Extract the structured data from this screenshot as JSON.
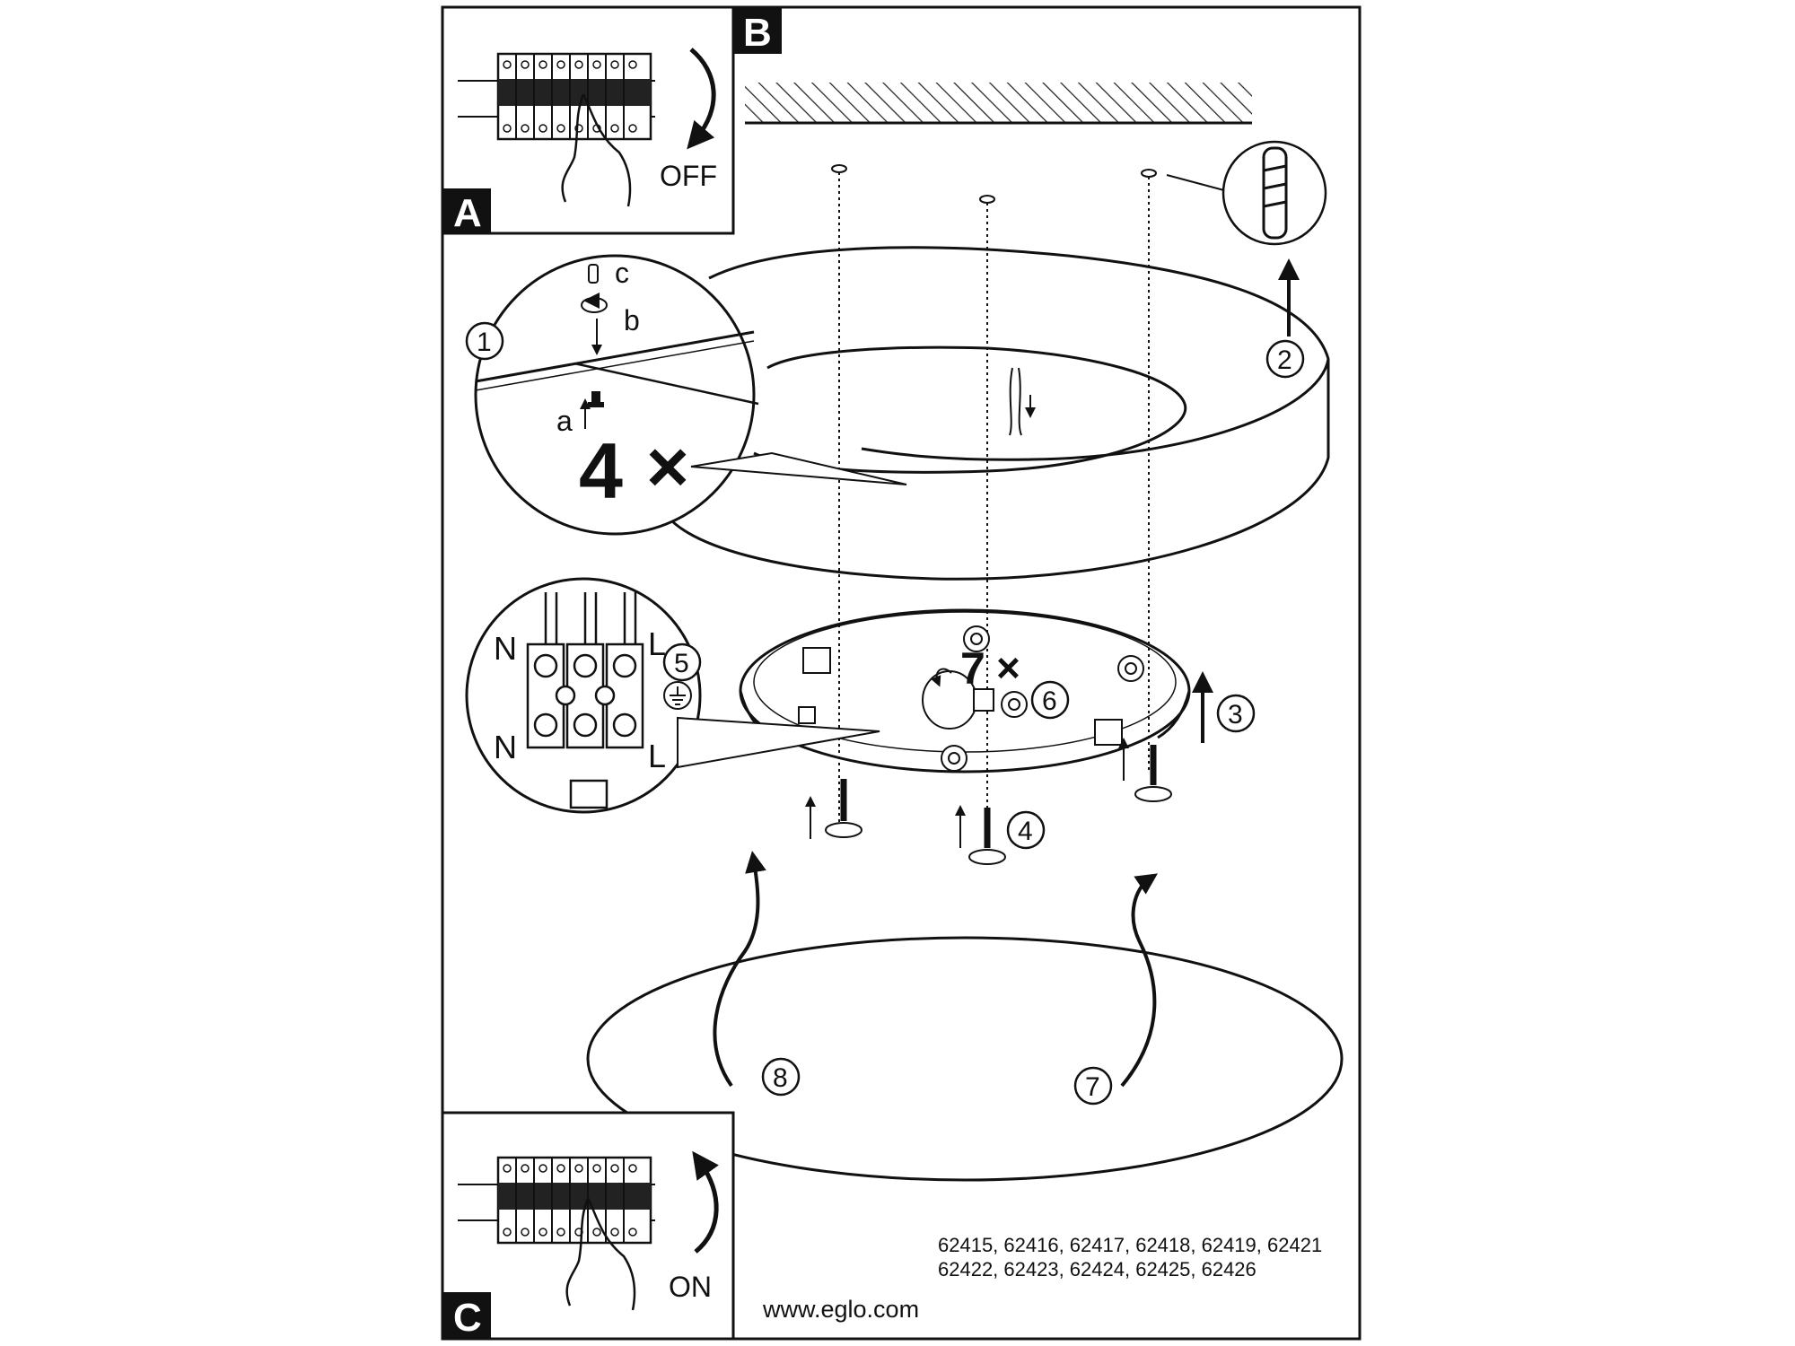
{
  "panels": {
    "a_label": "A",
    "b_label": "B",
    "c_label": "C",
    "off_text": "OFF",
    "on_text": "ON"
  },
  "steps": {
    "s1": "1",
    "s2": "2",
    "s3": "3",
    "s4": "4",
    "s5": "5",
    "s6": "6",
    "s7": "7",
    "s8": "8"
  },
  "detail1": {
    "label_a": "a",
    "label_b": "b",
    "label_c": "c",
    "count": "4",
    "times": "×"
  },
  "wiring": {
    "n_top": "N",
    "n_bottom": "N",
    "l_top": "L",
    "l_bottom": "L"
  },
  "bulbs": {
    "count": "7",
    "times": "×"
  },
  "footer": {
    "models_line1": "62415, 62416, 62417, 62418, 62419, 62421",
    "models_line2": "62422, 62423, 62424, 62425, 62426",
    "website": "www.eglo.com"
  }
}
